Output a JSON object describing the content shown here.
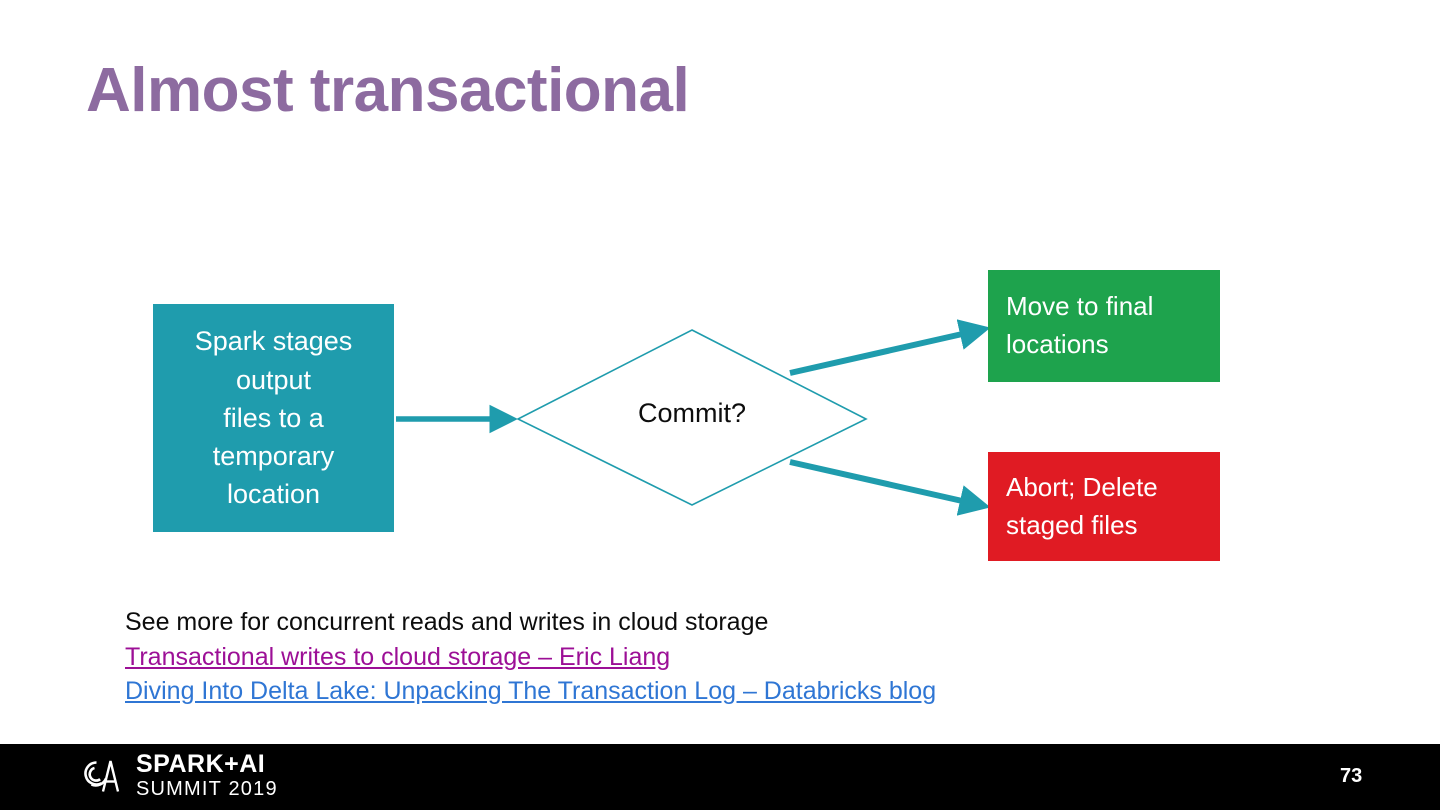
{
  "slide": {
    "title": "Almost transactional",
    "page_number": "73",
    "background_color": "#ffffff"
  },
  "diagram": {
    "title_color": "#8D6BA0",
    "arrow_color": "#1F9CAD",
    "nodes": {
      "source": {
        "label_lines": [
          "Spark stages",
          "output",
          "files to a",
          "temporary",
          "location"
        ],
        "color": "#1F9CAD",
        "text_color": "#ffffff"
      },
      "decision": {
        "label": "Commit?",
        "outline_color": "#1F9CAD",
        "fill_color": "#ffffff",
        "text_color": "#0d0d0d"
      },
      "success": {
        "label_lines": [
          "Move to final",
          "locations"
        ],
        "color": "#1EA34D",
        "text_color": "#ffffff"
      },
      "failure": {
        "label_lines": [
          "Abort; Delete",
          "staged files"
        ],
        "color": "#E01B23",
        "text_color": "#ffffff"
      }
    }
  },
  "notes": {
    "lead": "See more for concurrent reads and writes in cloud storage",
    "links": [
      {
        "text": "Transactional writes to cloud storage – Eric Liang",
        "color": "#9C0F96"
      },
      {
        "text": "Diving Into Delta Lake: Unpacking The Transaction Log – Databricks blog",
        "color": "#2F76D4"
      }
    ]
  },
  "footer": {
    "logo_top": "SPARK+AI",
    "logo_bottom": "SUMMIT 2019",
    "background_color": "#000000",
    "text_color": "#ffffff"
  }
}
